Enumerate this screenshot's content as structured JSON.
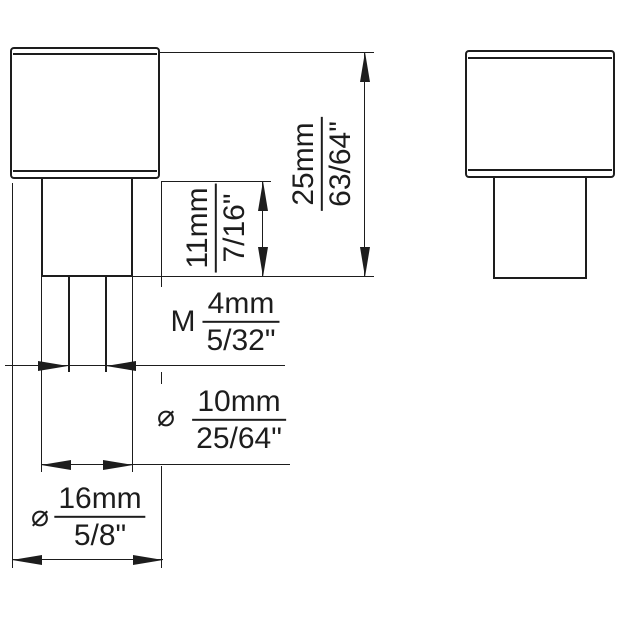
{
  "colors": {
    "line": "#1d1d1d",
    "background": "#ffffff"
  },
  "dimensions": {
    "overall_height": {
      "metric": "25mm",
      "imperial": "63/64\""
    },
    "shaft_height": {
      "metric": "11mm",
      "imperial": "7/16\""
    },
    "thread": {
      "prefix": "M",
      "metric": "4mm",
      "imperial": "5/32\""
    },
    "shaft_diameter": {
      "prefix": "⌀",
      "metric": "10mm",
      "imperial": "25/64\""
    },
    "head_diameter": {
      "prefix": "⌀",
      "metric": "16mm",
      "imperial": "5/8\""
    }
  }
}
